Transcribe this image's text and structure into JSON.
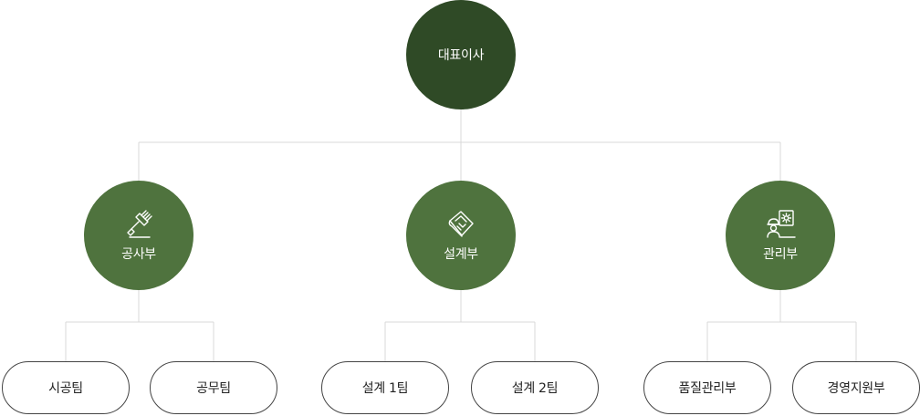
{
  "root": {
    "label": "대표이사"
  },
  "departments": [
    {
      "label": "공사부",
      "icon": "paint-roller-icon",
      "teams": [
        "시공팀",
        "공무팀"
      ]
    },
    {
      "label": "설계부",
      "icon": "blueprint-icon",
      "teams": [
        "설계 1팀",
        "설계 2팀"
      ]
    },
    {
      "label": "관리부",
      "icon": "engineer-gear-icon",
      "teams": [
        "품질관리부",
        "경영지원부"
      ]
    }
  ],
  "colors": {
    "root": "#2f4a26",
    "department": "#4f733e",
    "line": "#d9d9d9",
    "team_border": "#444444"
  }
}
